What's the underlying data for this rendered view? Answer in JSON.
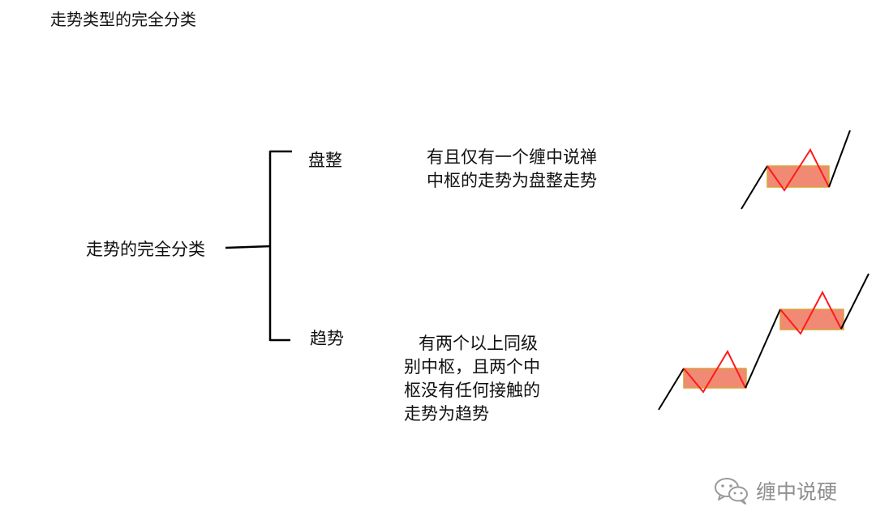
{
  "title": "走势类型的完全分类",
  "root": {
    "label": "走势的完全分类"
  },
  "branches": [
    {
      "label": "盘整",
      "description_lines": [
        "有且仅有一个缠中说禅",
        "中枢的走势为盘整走势"
      ]
    },
    {
      "label": "趋势",
      "description_lines": [
        "有两个以上同级",
        "别中枢，且两个中",
        "枢没有任何接触的",
        "走势为趋势"
      ]
    }
  ],
  "watermark": {
    "text": "缠中说硬",
    "icon": "wechat-icon"
  },
  "colors": {
    "zone_fill": "#f08a74",
    "zone_stroke": "#d9a437",
    "zigzag_red": "#ff1a1a",
    "trend_line": "#000000",
    "bracket": "#000000",
    "watermark": "#8f8f8f"
  }
}
